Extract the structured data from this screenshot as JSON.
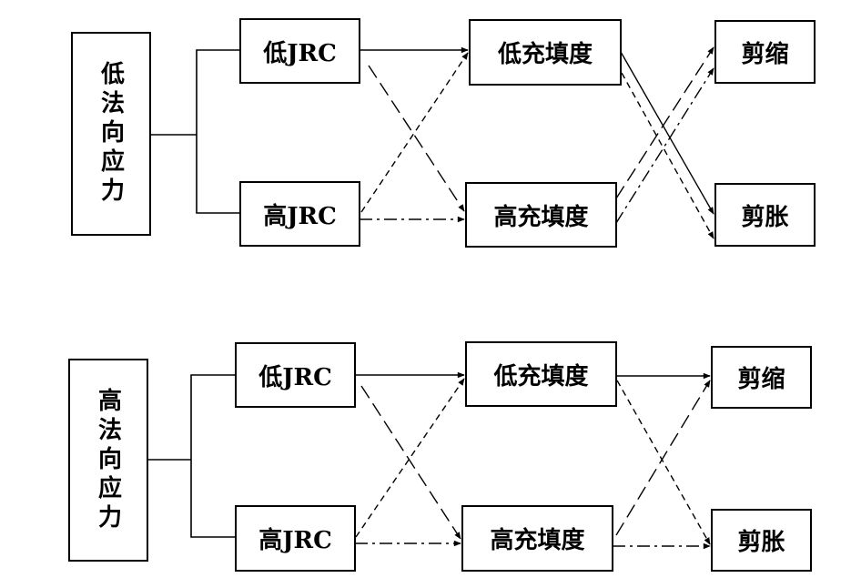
{
  "panels": [
    {
      "id": "low-normal-stress",
      "root": "低法向应力",
      "jrc": [
        "低JRC",
        "高JRC"
      ],
      "filling": [
        "低充填度",
        "高充填度"
      ],
      "behavior": [
        "剪缩",
        "剪胀"
      ],
      "jrc_to_filling": [
        {
          "from": "低JRC",
          "to": "低充填度",
          "style": "solid"
        },
        {
          "from": "低JRC",
          "to": "高充填度",
          "style": "long-dash"
        },
        {
          "from": "高JRC",
          "to": "低充填度",
          "style": "short-dash"
        },
        {
          "from": "高JRC",
          "to": "高充填度",
          "style": "dash-dot"
        }
      ],
      "filling_to_behavior": [
        {
          "from": "低充填度",
          "to": "剪胀",
          "style": "solid"
        },
        {
          "from": "低充填度",
          "to": "剪胀",
          "style": "short-dash"
        },
        {
          "from": "高充填度",
          "to": "剪缩",
          "style": "long-dash"
        },
        {
          "from": "高充填度",
          "to": "剪缩",
          "style": "dash-dot"
        }
      ]
    },
    {
      "id": "high-normal-stress",
      "root": "高法向应力",
      "jrc": [
        "低JRC",
        "高JRC"
      ],
      "filling": [
        "低充填度",
        "高充填度"
      ],
      "behavior": [
        "剪缩",
        "剪胀"
      ],
      "jrc_to_filling": [
        {
          "from": "低JRC",
          "to": "低充填度",
          "style": "solid"
        },
        {
          "from": "低JRC",
          "to": "高充填度",
          "style": "long-dash"
        },
        {
          "from": "高JRC",
          "to": "低充填度",
          "style": "short-dash"
        },
        {
          "from": "高JRC",
          "to": "高充填度",
          "style": "dash-dot"
        }
      ],
      "filling_to_behavior": [
        {
          "from": "低充填度",
          "to": "剪缩",
          "style": "solid"
        },
        {
          "from": "低充填度",
          "to": "剪胀",
          "style": "short-dash"
        },
        {
          "from": "高充填度",
          "to": "剪缩",
          "style": "long-dash"
        },
        {
          "from": "高充填度",
          "to": "剪胀",
          "style": "dash-dot"
        }
      ]
    }
  ]
}
